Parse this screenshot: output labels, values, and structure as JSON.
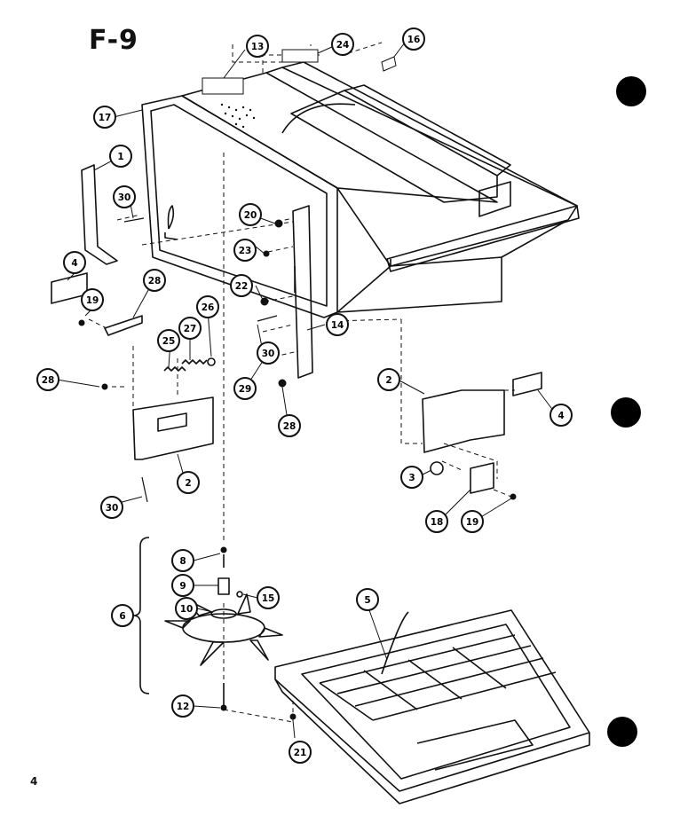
{
  "figure": {
    "title": "F-9",
    "page_number": "4"
  },
  "callouts": [
    {
      "id": "c1",
      "label": "1"
    },
    {
      "id": "c2a",
      "label": "2"
    },
    {
      "id": "c2b",
      "label": "2"
    },
    {
      "id": "c3",
      "label": "3"
    },
    {
      "id": "c4a",
      "label": "4"
    },
    {
      "id": "c4b",
      "label": "4"
    },
    {
      "id": "c5",
      "label": "5"
    },
    {
      "id": "c6",
      "label": "6"
    },
    {
      "id": "c8",
      "label": "8"
    },
    {
      "id": "c9",
      "label": "9"
    },
    {
      "id": "c10",
      "label": "10"
    },
    {
      "id": "c12",
      "label": "12"
    },
    {
      "id": "c13",
      "label": "13"
    },
    {
      "id": "c14",
      "label": "14"
    },
    {
      "id": "c15",
      "label": "15"
    },
    {
      "id": "c16",
      "label": "16"
    },
    {
      "id": "c17",
      "label": "17"
    },
    {
      "id": "c18",
      "label": "18"
    },
    {
      "id": "c19a",
      "label": "19"
    },
    {
      "id": "c19b",
      "label": "19"
    },
    {
      "id": "c20",
      "label": "20"
    },
    {
      "id": "c21",
      "label": "21"
    },
    {
      "id": "c22",
      "label": "22"
    },
    {
      "id": "c23",
      "label": "23"
    },
    {
      "id": "c24",
      "label": "24"
    },
    {
      "id": "c25",
      "label": "25"
    },
    {
      "id": "c26",
      "label": "26"
    },
    {
      "id": "c27",
      "label": "27"
    },
    {
      "id": "c28a",
      "label": "28"
    },
    {
      "id": "c28b",
      "label": "28"
    },
    {
      "id": "c28c",
      "label": "28"
    },
    {
      "id": "c29",
      "label": "29"
    },
    {
      "id": "c30a",
      "label": "30"
    },
    {
      "id": "c30b",
      "label": "30"
    },
    {
      "id": "c30c",
      "label": "30"
    }
  ],
  "colors": {
    "ink": "#111111",
    "paper": "#ffffff"
  }
}
